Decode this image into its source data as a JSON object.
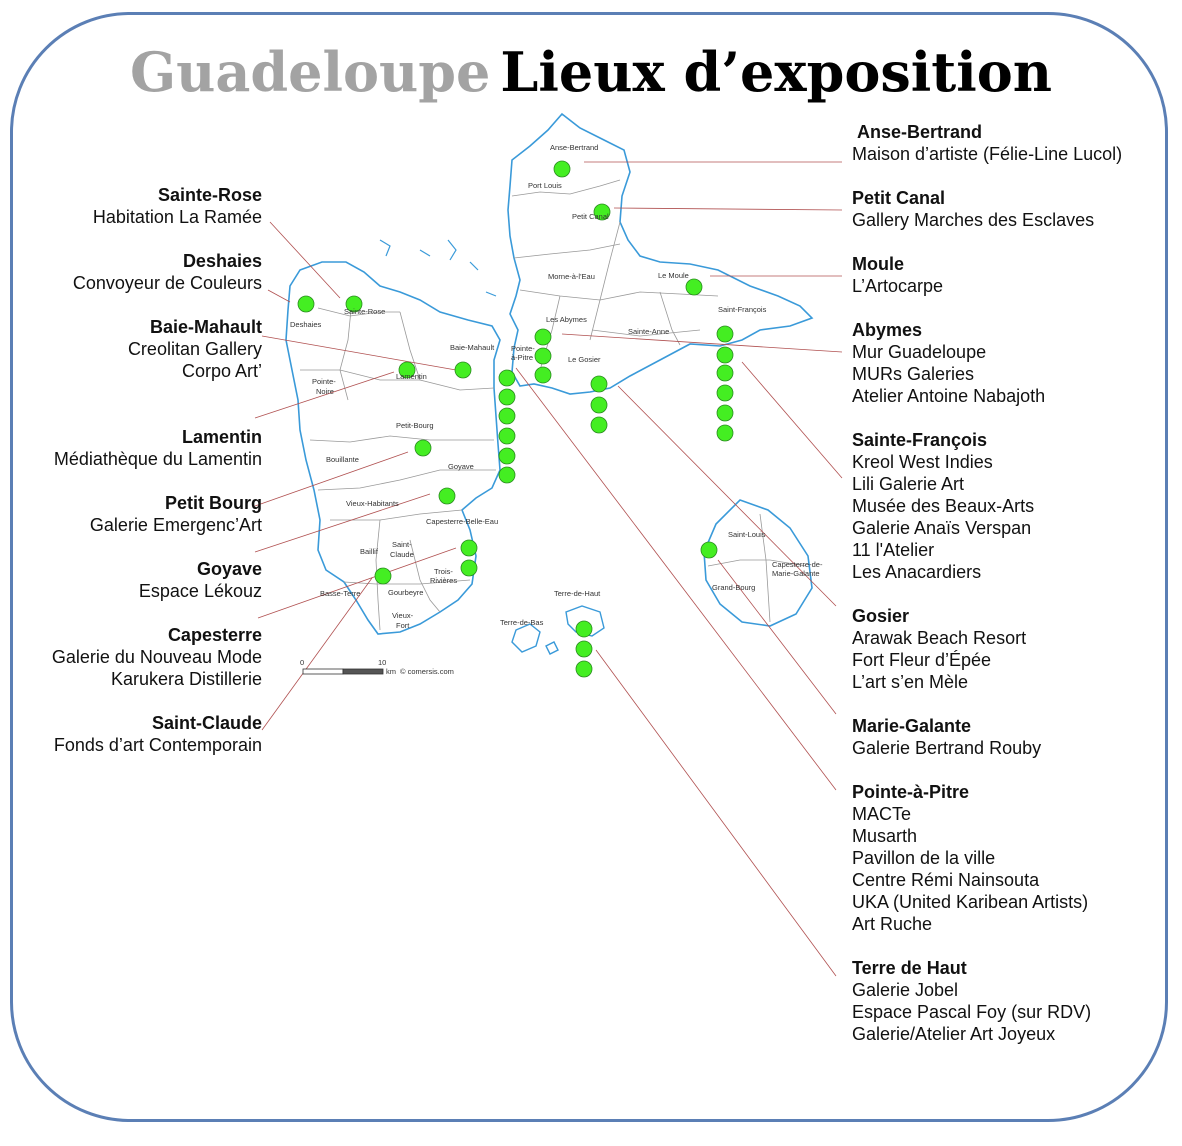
{
  "title": {
    "part1": "Guadeloupe",
    "part2": "Lieux d’exposition"
  },
  "left_labels": [
    {
      "name": "Sainte-Rose",
      "venues": [
        "Habitation La Ramée"
      ]
    },
    {
      "name": "Deshaies",
      "venues": [
        "Convoyeur de Couleurs"
      ]
    },
    {
      "name": "Baie-Mahault",
      "venues": [
        "Creolitan Gallery",
        "Corpo Art’"
      ]
    },
    {
      "name": "Lamentin",
      "venues": [
        "Médiathèque du Lamentin"
      ]
    },
    {
      "name": "Petit Bourg",
      "venues": [
        "Galerie Emergenc’Art"
      ]
    },
    {
      "name": "Goyave",
      "venues": [
        "Espace Lékouz"
      ]
    },
    {
      "name": "Capesterre",
      "venues": [
        "Galerie du Nouveau Mode",
        "Karukera Distillerie"
      ]
    },
    {
      "name": "Saint-Claude",
      "venues": [
        "Fonds d’art Contemporain"
      ]
    }
  ],
  "right_labels": [
    {
      "name": "Anse-Bertrand",
      "venues": [
        "Maison d’artiste (Félie-Line Lucol)"
      ]
    },
    {
      "name": "Petit Canal",
      "venues": [
        "Gallery Marches des Esclaves"
      ]
    },
    {
      "name": "Moule",
      "venues": [
        "L’Artocarpe"
      ]
    },
    {
      "name": "Abymes",
      "venues": [
        "Mur Guadeloupe",
        "MURs Galeries",
        "Atelier Antoine Nabajoth"
      ]
    },
    {
      "name": "Sainte-François",
      "venues": [
        "Kreol West Indies",
        "Lili Galerie Art",
        "Musée des Beaux-Arts",
        "Galerie Anaïs Verspan",
        "11 l'Atelier",
        "Les Anacardiers"
      ]
    },
    {
      "name": "Gosier",
      "venues": [
        "Arawak Beach Resort",
        "Fort Fleur d’Épée",
        "L’art s’en Mèle"
      ]
    },
    {
      "name": "Marie-Galante",
      "venues": [
        "Galerie Bertrand Rouby"
      ]
    },
    {
      "name": "Pointe-à-Pitre",
      "venues": [
        "MACTe",
        "Musarth",
        "Pavillon de la ville",
        "Centre Rémi Nainsouta",
        "UKA (United Karibean Artists)",
        "Art Ruche"
      ]
    },
    {
      "name": "Terre de Haut",
      "venues": [
        "Galerie Jobel",
        "Espace Pascal Foy (sur RDV)",
        "Galerie/Atelier Art Joyeux"
      ]
    }
  ],
  "map_labels": {
    "anse_bertrand": "Anse-Bertrand",
    "port_louis": "Port Louis",
    "petit_canal": "Petit Canal",
    "morne_a_l_eau": "Morne-à-l'Eau",
    "le_moule": "Le Moule",
    "saint_francois": "Saint-François",
    "les_abymes": "Les Abymes",
    "sainte_anne": "Sainte-Anne",
    "le_gosier": "Le Gosier",
    "pointe_a_pitre_1": "Pointe-",
    "pointe_a_pitre_2": "à-Pitre",
    "baie_mahault": "Baie-Mahault",
    "deshaies": "Deshaies",
    "sainte_rose": "Sainte-Rose",
    "lamentin": "Lamentin",
    "pointe_noire_1": "Pointe-",
    "pointe_noire_2": "Noire",
    "petit_bourg": "Petit-Bourg",
    "bouillante": "Bouillante",
    "goyave": "Goyave",
    "vieux_habitants": "Vieux-Habitants",
    "capesterre": "Capesterre-Belle-Eau",
    "baillif": "Baillif",
    "saint_claude_1": "Saint-",
    "saint_claude_2": "Claude",
    "basse_terre": "Basse-Terre",
    "gourbeyre": "Gourbeyre",
    "trois_rivieres_1": "Trois-",
    "trois_rivieres_2": "Rivières",
    "vieux_fort_1": "Vieux-",
    "vieux_fort_2": "Fort",
    "terre_de_haut": "Terre-de-Haut",
    "terre_de_bas": "Terre-de-Bas",
    "saint_louis": "Saint-Louis",
    "capesterre_mg_1": "Capesterre-de-",
    "capesterre_mg_2": "Marie-Galante",
    "grand_bourg": "Grand-Bourg"
  },
  "scale": {
    "zero": "0",
    "ten": "10",
    "unit": "km",
    "credit": "© comersis.com"
  },
  "colors": {
    "frame": "#5b7fb5",
    "coast": "#3a9ad9",
    "marker": "#44ee22",
    "leader": "#b05050",
    "title_gray": "#a3a3a3"
  }
}
